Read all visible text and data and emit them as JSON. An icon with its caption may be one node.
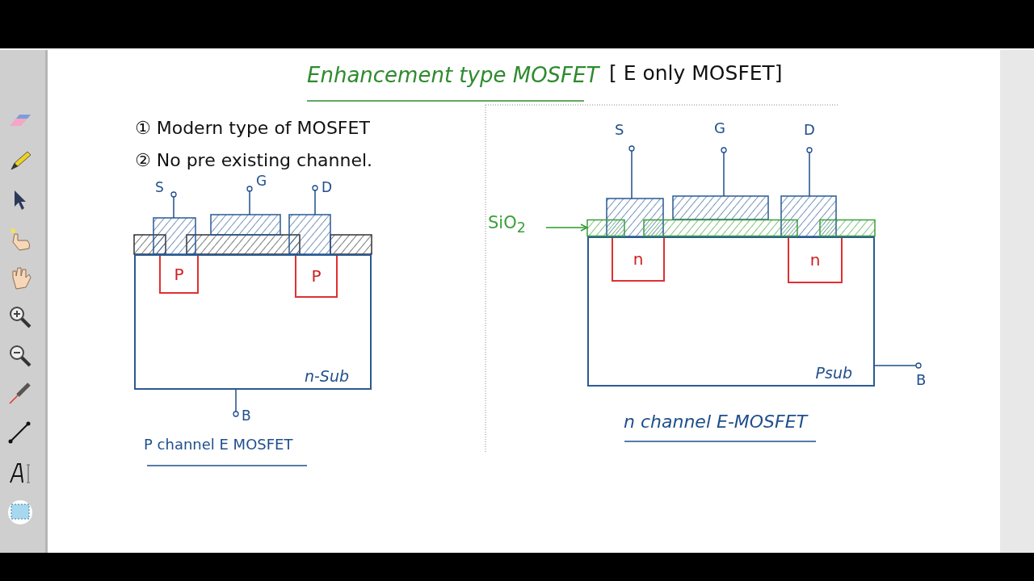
{
  "diagram": {
    "title": "Enhancement type MOSFET",
    "nodes": [
      {
        "text": [
          "n-Sub"
        ]
      },
      {
        "text": [
          "P"
        ],
        "in": 0
      },
      {
        "text": [
          "P"
        ],
        "in": 0
      },
      {
        "text": [
          "Psub"
        ]
      },
      {
        "text": [
          "n"
        ],
        "in": 3
      },
      {
        "text": [
          "n"
        ],
        "in": 3
      },
      {
        "text": [
          "SiO$_{2}$"
        ]
      },
      {
        "text": [],
        "shape": "bar"
      }
    ],
    "edges": [
      {
        "from": 6,
        "to": 7,
        "arrow": "to"
      }
    ],
    "labels": [
      "[ E only MOSFET]",
      "① Modern type of MOSFET",
      "② No pre existing channel.",
      "S",
      "G",
      "D",
      "B",
      "P channel E MOSFET",
      "S",
      "G",
      "D",
      "B",
      "n channel E-MOSFET"
    ]
  }
}
